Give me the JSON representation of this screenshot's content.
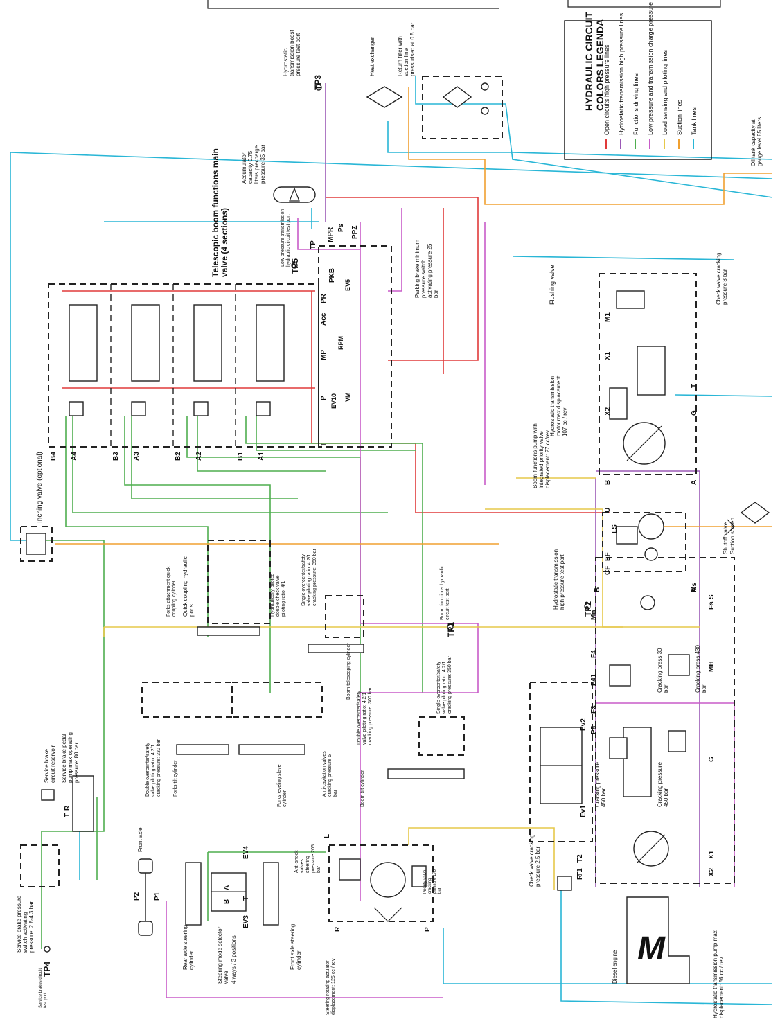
{
  "legend": {
    "title_1": "HYDRAULIC CIRCUIT",
    "title_2": "COLORS LEGENDA",
    "items": [
      {
        "label": "Open circuits high pressure lines",
        "color": "#e03a3a"
      },
      {
        "label": "Hydrostatic transmission high pressure lines",
        "color": "#9b59b6"
      },
      {
        "label": "Functions driving lines",
        "color": "#4fae4f"
      },
      {
        "label": "Low pressure and transmission charge pressure lines",
        "color": "#c85cc8"
      },
      {
        "label": "Load sensing and piloting lines",
        "color": "#e6c84a"
      },
      {
        "label": "Suction lines",
        "color": "#f0a030"
      },
      {
        "label": "Tank lines",
        "color": "#29b6d6"
      }
    ]
  },
  "labels": {
    "oil_tank": "Oil tank capacity at gauge level 85 liters",
    "heat_exchanger": "Heat exchanger",
    "return_filter": "Return filter with suction line pressurised at 0.5 bar",
    "tp_boom": "Hydrostatic transmission boost pressure test port",
    "accumulator": "Accumulator capacity 0.75 liters precharge pressure 35 bar",
    "main_valve": "Telescopic boom functions main valve (4 sections)",
    "parking_brake": "Parking brake minimum pressure switch activating pressure 25 bar",
    "check_8bar": "Check valve cracking pressure 8 bar",
    "flushing": "Flushing valve",
    "ht_motor": "Hydrostatic transmission motor max displacement: 107 cc / rev",
    "boom_pump": "Boom functions pump with integrated priority valve displacement: 27 cc/rev",
    "shutoff": "Shutoff valve",
    "suction_screen": "Suction screen",
    "tp_ht": "Hydrostatic transmission high pressure test port",
    "crack_30": "Cracking press 30 bar",
    "crack_430": "Cracking press 430 bar",
    "crack_450a": "Cracking pressure 450 bar",
    "crack_450b": "Cracking pressure 450 bar",
    "ht_pump": "Hydrostatic transmission pump max displacement: 56 cc / rev",
    "diesel": "Diesel engine",
    "check_2_5": "Check valve cracking pressure 2.5 bar",
    "steer_actuator": "Steering rotating actuator displacement: 125 cc / rev",
    "steer_valve_205": "Anti-shock valves steering pressure 205 bar",
    "steer_170": "Priority valve cracking pressure 170 bar",
    "front_steer": "Front axle steering cylinder",
    "steer_mode": "Steering mode selector valve",
    "steer_mode_2": "4 ways / 3 positions",
    "rear_steer": "Rear axle steering cylinder",
    "front_axle": "Front axle",
    "brake_switch": "Service brake pressure switch activating pressure: 2.8-4.3 bar",
    "tp4_label": "Service brakes circuit test port",
    "brake_reservoir": "Service brake circuit reservoir",
    "brake_pump": "Service brake pedal pump max operating pressure: 80 bar",
    "inching": "Inching valve (optional)",
    "boom_tilt": "Boom tilt cylinder",
    "double_over_300": "Double overcenter/safety valve piloting ratio: 4.2/1 cracking pressure: 300 bar",
    "anticavitation": "Anti-cavitation valves cracking pressure 5 bar",
    "fork_level": "Forks leveling slave cylinder",
    "fork_tilt": "Forks tilt cylinder",
    "double_over_330": "Double overcenter/safety valve piloting ratio: 4.2/1 cracking pressure: 330 bar",
    "single_over_350": "Single overcenter/safety valve piloting ratio: 4.2/1 cracking pressure: 350 bar",
    "boom_telescoping": "Boom telescoping cylinder",
    "single_over_350b": "Single overcenter/safety valve piloting ratio: 4.2/1 cracking pressure: 350 bar",
    "fork_attach": "Forks attachment quick coupling cylinder",
    "quick_coupling": "Quick coupling hydraulic ports",
    "double_piloted": "Hydraulically piloted double check valve piloting ratio: 4/1",
    "tp1_label": "Boom functions hydraulic circuit test port",
    "low_pressure_tp": "Low pressure transmission hydraulic circuit test port"
  },
  "ports": {
    "tp": "TP",
    "tp_sub1": "1",
    "tp_sub5": "5",
    "tp_sub3": "3",
    "tp_sub4": "4",
    "tp_sub2": "2",
    "main_top": [
      "TP",
      "MPR",
      "Ps",
      "PPZ"
    ],
    "main_bottom": [
      "T",
      "P",
      "MP",
      "Acc",
      "PR",
      "PKB"
    ],
    "sections": [
      "B4",
      "A4",
      "B3",
      "A3",
      "B2",
      "A2",
      "B1",
      "A1"
    ],
    "ev5": "EV5",
    "rpm": "RPM",
    "ev10": "EV10",
    "vm": "VM",
    "motor": [
      "B",
      "U",
      "X2",
      "X1",
      "M1",
      "A",
      "G",
      "T"
    ],
    "pump": [
      "CF",
      "EF",
      "LS",
      "Ms",
      "B",
      "A",
      "Mn",
      "Fs",
      "S",
      "F4",
      "F41",
      "MH",
      "F3",
      "P5",
      "G",
      "Ev2",
      "Ev1",
      "X1",
      "X2",
      "T1",
      "T2",
      "R"
    ],
    "steer": [
      "R",
      "L",
      "P",
      "EV4",
      "EV3",
      "A",
      "B",
      "T"
    ],
    "axle": [
      "P1",
      "P2"
    ],
    "brake": [
      "R",
      "T"
    ],
    "m_glyph": "M"
  }
}
